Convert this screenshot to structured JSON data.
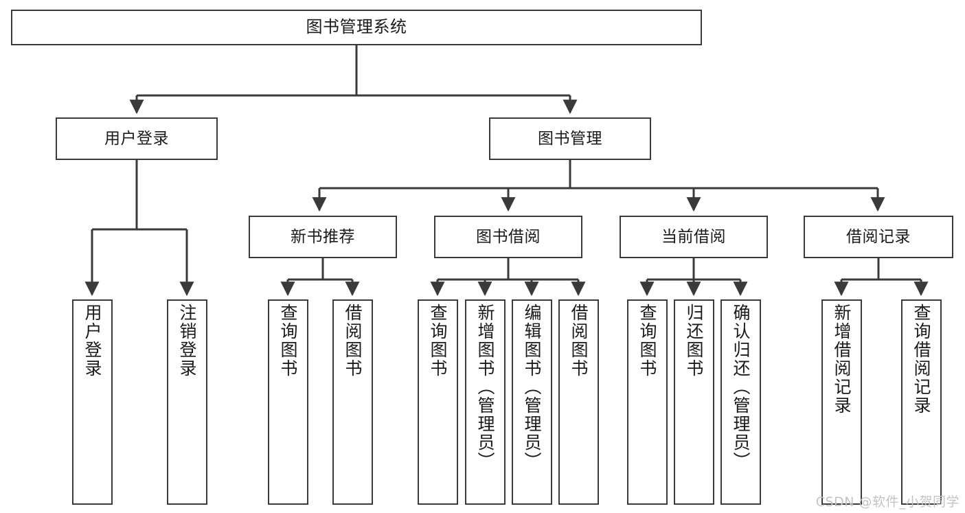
{
  "diagram": {
    "title": "图书管理系统",
    "type": "tree-hierarchy",
    "root": {
      "id": "root",
      "label": "图书管理系统"
    },
    "level2": [
      {
        "id": "login",
        "label": "用户登录"
      },
      {
        "id": "bookmgr",
        "label": "图书管理"
      }
    ],
    "level3": [
      {
        "id": "newbook",
        "label": "新书推荐",
        "parent": "bookmgr"
      },
      {
        "id": "borrow",
        "label": "图书借阅",
        "parent": "bookmgr"
      },
      {
        "id": "current",
        "label": "当前借阅",
        "parent": "bookmgr"
      },
      {
        "id": "record",
        "label": "借阅记录",
        "parent": "bookmgr"
      }
    ],
    "leaves": [
      {
        "id": "leaf-1",
        "label": "用户登录",
        "parent": "login"
      },
      {
        "id": "leaf-2",
        "label": "注销登录",
        "parent": "login"
      },
      {
        "id": "leaf-3",
        "label": "查询图书",
        "parent": "newbook"
      },
      {
        "id": "leaf-4",
        "label": "借阅图书",
        "parent": "newbook"
      },
      {
        "id": "leaf-5",
        "label": "查询图书",
        "parent": "borrow"
      },
      {
        "id": "leaf-6",
        "label": "新增图书（管理员）",
        "parent": "borrow"
      },
      {
        "id": "leaf-7",
        "label": "编辑图书（管理员）",
        "parent": "borrow"
      },
      {
        "id": "leaf-8",
        "label": "借阅图书",
        "parent": "borrow"
      },
      {
        "id": "leaf-9",
        "label": "查询图书",
        "parent": "current"
      },
      {
        "id": "leaf-10",
        "label": "归还图书",
        "parent": "current"
      },
      {
        "id": "leaf-11",
        "label": "确认归还（管理员）",
        "parent": "current"
      },
      {
        "id": "leaf-12",
        "label": "新增借阅记录",
        "parent": "record"
      },
      {
        "id": "leaf-13",
        "label": "查询借阅记录",
        "parent": "record"
      }
    ]
  },
  "watermark": {
    "text": "CSDN @软件_小贺同学"
  },
  "colors": {
    "stroke": "#3a3a3a",
    "background": "#ffffff",
    "text": "#1a1a1a",
    "watermark": "#c3c3c3"
  }
}
